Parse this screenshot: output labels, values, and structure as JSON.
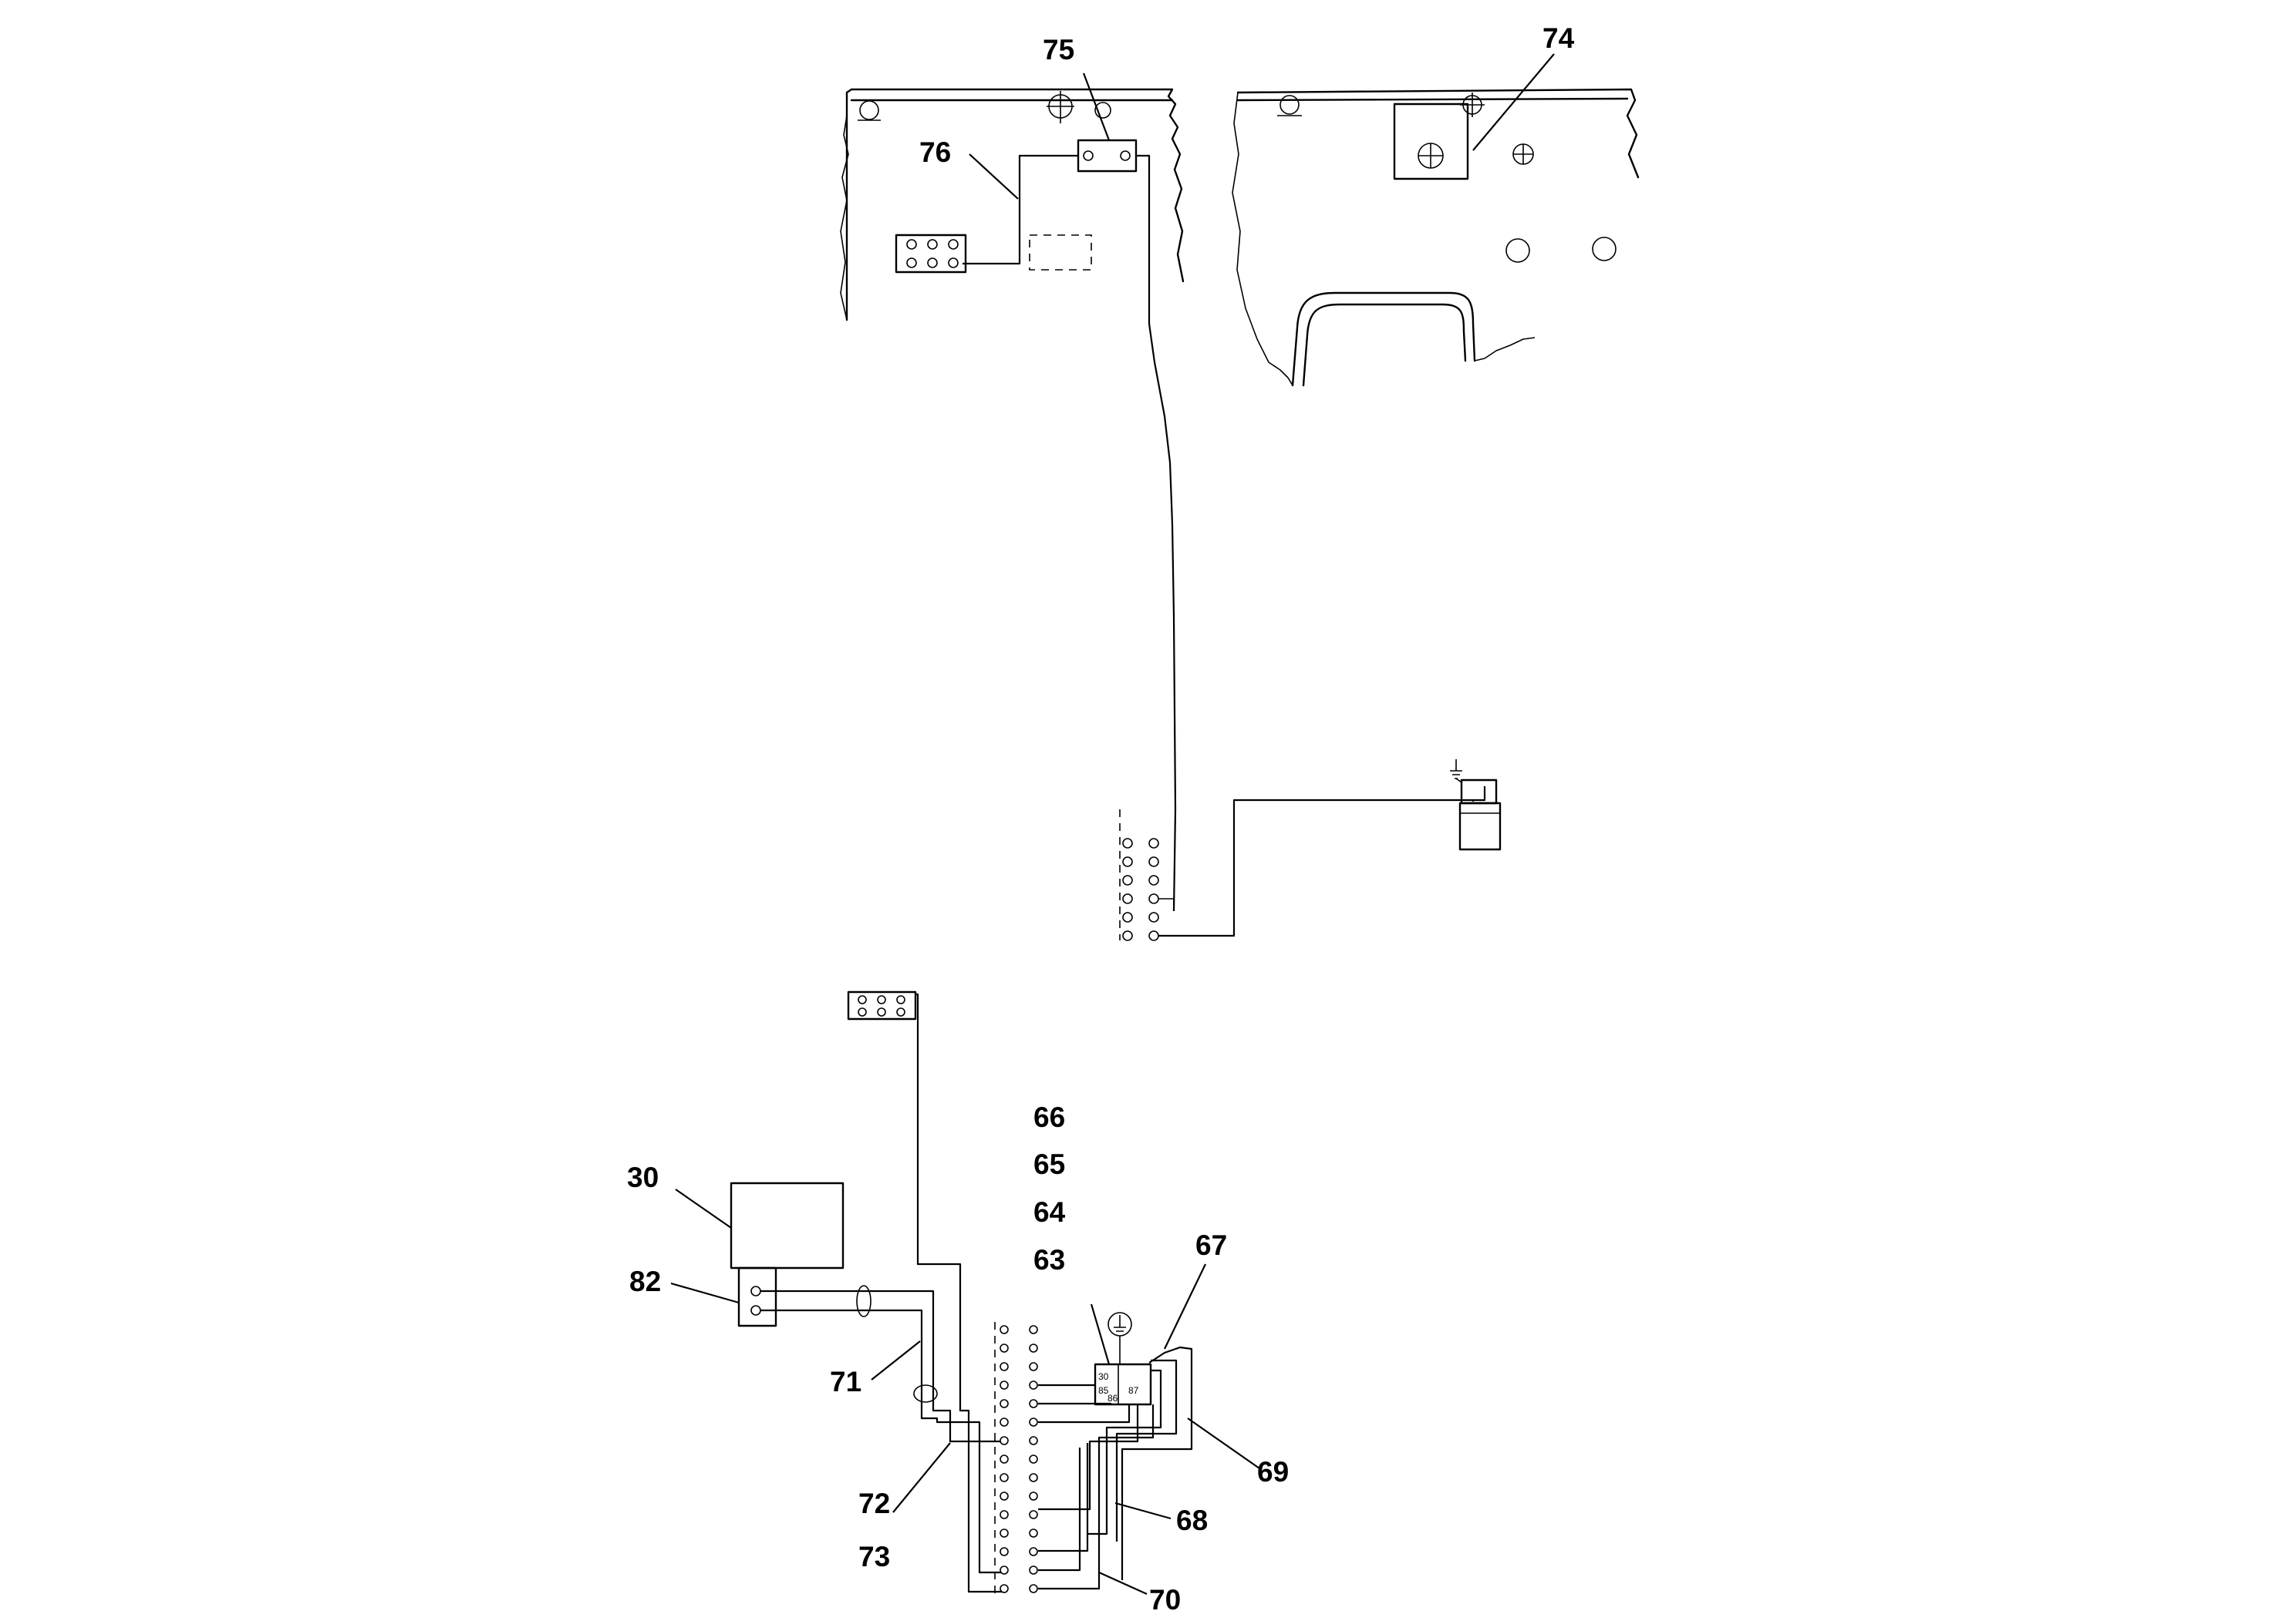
{
  "callouts": {
    "c74": "74",
    "c75": "75",
    "c76": "76",
    "c30": "30",
    "c82": "82",
    "c71": "71",
    "c72": "72",
    "c73": "73",
    "c66": "66",
    "c65": "65",
    "c64": "64",
    "c63": "63",
    "c67": "67",
    "c69": "69",
    "c68": "68",
    "c70": "70"
  },
  "relay_terminals": {
    "t30": "30",
    "t85": "85",
    "t86": "86",
    "t87": "87"
  }
}
